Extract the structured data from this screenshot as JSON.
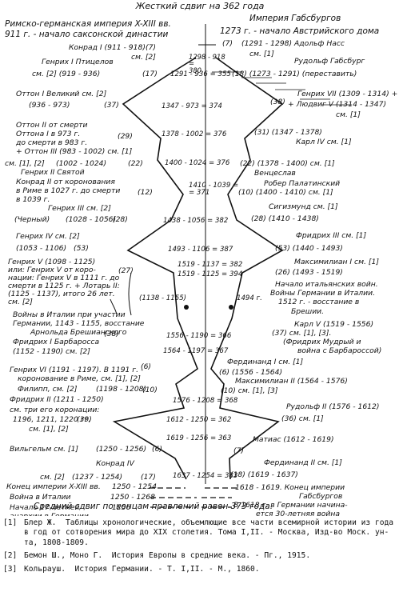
{
  "title": "Жесткий сдвиг на 362 года",
  "headers": {
    "left": [
      "Римско-германская империя X-XIII вв.",
      "911 г. - начало саксонской династии"
    ],
    "right": [
      "Империя Габсбургов",
      "1273 г. - начало Австрийского дома"
    ]
  },
  "left_labels": [
    [
      "Конрад I (911 - 918)",
      "(7)"
    ],
    [
      "см. [2]"
    ],
    [
      "Генрих I Птицелов",
      "см. [2]   (919 - 936)",
      "(17)"
    ],
    [
      "Оттон I Великий см. [2]",
      "(936 - 973)",
      "(37)"
    ],
    [
      "Оттон II от смерти",
      "Оттона I в 973 г.",
      "до смерти в 983 г.",
      "+ Оттон III (983 - 1002) см. [1]",
      "(29)"
    ],
    [
      "см. [1], [2]",
      "(1002 - 1024)",
      "(22)",
      "Генрих II Святой"
    ],
    [
      "Конрад II от коронования",
      "в Риме в 1027 г. до смерти",
      "в 1039 г.",
      "(12)"
    ],
    [
      "Генрих III см. [2]",
      "(Черный)",
      "(1028 - 1056)",
      "(28)"
    ],
    [
      "Генрих IV см. [2]",
      "(1053 - 1106)",
      "(53)"
    ],
    [
      "Генрих V (1098 - 1125)",
      "или: Генрих V от коро-",
      "нации: Генрих V в 1111 г. до",
      "смерти в 1125 г. + Лотарь II:",
      "(1125 - 1137), итого 26 лет.",
      "см. [2]",
      "(27)"
    ],
    [
      "Войны в Италии при участии",
      "Германии, 1143 - 1155, восстание",
      "Арнольда Брешианского"
    ],
    [
      "Фридрих I Барбаросса",
      "(1152 - 1190) см. [2]",
      "(38)"
    ],
    [
      "Генрих VI (1191 - 1197). В 1191 г. -",
      "коронование в Риме, см. [1], [2]",
      "(6)"
    ],
    [
      "Филипп, см. [2]",
      "(1198 - 1208)",
      "(10)"
    ],
    [
      "Фридрих II (1211 - 1250)",
      "см. три его коронации:",
      "1196, 1211, 1220 гг.",
      "см. [1], [2]",
      "(39)"
    ],
    [
      "Вильгельм см. [1]",
      "(1250 - 1256)",
      "(6)"
    ],
    [
      "Конрад IV",
      "см. [2]",
      "(1237 - 1254)",
      "(17)"
    ],
    [
      "Конец империи X-XIII вв.",
      "1250 - 1254"
    ],
    [
      "Война в Италии",
      "1250 - 1268"
    ],
    [
      "Начало 17-летней",
      "анархии в Германии",
      "1256"
    ]
  ],
  "right_labels": [
    [
      "(7)",
      "(1291 - 1298) Адольф Насс",
      "см. [1]"
    ],
    [
      "Рудольф Габсбург",
      "(18) (1273 - 1291) (переставить)"
    ],
    [
      "Генрих VII (1309 - 1314) +",
      "(38)",
      "+ Людвиг V (1314 - 1347)",
      "см. [1]"
    ],
    [
      "(31) (1347 - 1378)",
      "Карл IV см. [1]"
    ],
    [
      "(22) (1378 - 1400) см. [1]",
      "Венцеслав"
    ],
    [
      "Робер Палатинский",
      "(10) (1400 - 1410) см. [1]"
    ],
    [
      "Сигизмунд см. [1]",
      "(28) (1410 - 1438)"
    ],
    [
      "Фридрих III см. [1]",
      "(53) (1440 - 1493)"
    ],
    [
      "Максимилиан I см. [1]",
      "(26) (1493 - 1519)"
    ],
    [
      "Начало итальянских войн.",
      "Войны Германии в Италии.",
      "1512 г. - восстание в",
      "Брешии."
    ],
    [
      "Карл V (1519 - 1556)",
      "(37) см. [1], [3].",
      "(Фридрих Мудрый и",
      "война с Барбароссой)"
    ],
    [
      "Фердинанд I см. [1]",
      "(6) (1556 - 1564)"
    ],
    [
      "Максимилиан II (1564 - 1576)",
      "(10) см. [1], [3]"
    ],
    [
      "Рудольф II (1576 - 1612)",
      "(36) см. [1]"
    ],
    [
      "Матиас (1612 - 1619)",
      "(7)"
    ],
    [
      "Фердинанд II см. [1]",
      "(18) (1619 - 1637)"
    ],
    [
      "1618 - 1619. Конец империи",
      "Габсбургов"
    ],
    [
      "В 1618 г. в Германии начина-",
      "ется 30-летняя война"
    ]
  ],
  "center_labels": [
    "1298 - 918 = 380",
    "1291 - 936 = 355",
    "1347 - 973 = 374",
    "1378 - 1002 = 376",
    "1400 - 1024 = 376",
    "1410 - 1039 = 371",
    "1438 - 1056 = 382",
    "1493 - 1106 = 387",
    "1519 - 1137 = 382",
    "1519 - 1125 = 394",
    "(1138 - 1155)",
    "1494 г.",
    "1556 - 1190 = 366",
    "1564 - 1197 = 367",
    "1576 - 1208 = 368",
    "1612 - 1250 = 362",
    "1619 - 1256 = 363",
    "1637 - 1254 = 383"
  ],
  "footer": "Средний сдвиг по концам правлений равен 373 года.",
  "references": [
    {
      "num": "[1]",
      "text": "Блер Ж.  Таблицы хронологические, объемлющие все части всемирной истории из года в год от сотворения мира до XIX столетия. Тома I,II. - Москва, Изд-во Моск. ун-та, 1808-1809."
    },
    {
      "num": "[2]",
      "text": "Бемон Ш., Моно Г.  История Европы в средние века. - Пг., 1915."
    },
    {
      "num": "[3]",
      "text": "Кольрауш.  История Германии. - Т. I,II. - М., 1860."
    }
  ]
}
